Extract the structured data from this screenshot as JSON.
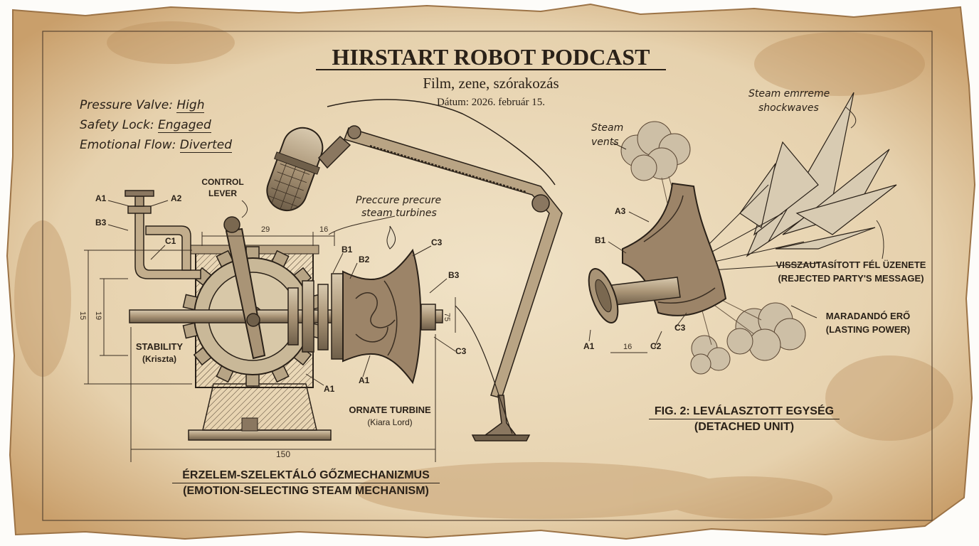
{
  "header": {
    "title": "HIRSTART ROBOT PODCAST",
    "subtitle": "Film, zene, szórakozás",
    "date": "Dátum: 2026. február 15."
  },
  "status_notes": [
    {
      "label": "Pressure Valve:",
      "value": "High"
    },
    {
      "label": "Safety Lock:",
      "value": "Engaged"
    },
    {
      "label": "Emotional Flow:",
      "value": "Diverted"
    }
  ],
  "mechanism": {
    "control_lever": [
      "CONTROL",
      "LEVER"
    ],
    "stability": [
      "STABILITY",
      "(Kriszta)"
    ],
    "turbine_note": [
      "Preccure precure",
      "steam turbines"
    ],
    "ornate_turbine": [
      "ORNATE TURBINE",
      "(Kiara Lord)"
    ],
    "parts": {
      "a1": "A1",
      "a2": "A2",
      "b3": "B3",
      "c1": "C1",
      "b1": "B1",
      "b2": "B2",
      "c3": "C3",
      "b3r": "B3",
      "c3r": "C3",
      "a1b": "A1",
      "a1c": "A1"
    },
    "dims": {
      "d29": "29",
      "d16": "16",
      "d15": "15",
      "d19": "19",
      "d75": "75",
      "d150": "150"
    },
    "caption": [
      "ÉRZELEM-SZELEKTÁLÓ GŐZMECHANIZMUS",
      "(EMOTION-SELECTING STEAM MECHANISM)"
    ]
  },
  "detached_unit": {
    "steam_vents": [
      "Steam",
      "vents"
    ],
    "shockwaves": [
      "Steam emrreme",
      "shockwaves"
    ],
    "rejected": [
      "VISSZAUTASÍTOTT FÉL ÜZENETE",
      "(REJECTED PARTY'S MESSAGE)"
    ],
    "lasting": [
      "MARADANDÓ ERŐ",
      "(LASTING POWER)"
    ],
    "parts": {
      "a3": "A3",
      "b1": "B1",
      "c3": "C3",
      "a1": "A1",
      "c2": "C2"
    },
    "dims": {
      "d16": "16"
    },
    "caption": [
      "FIG. 2: LEVÁLASZTOTT EGYSÉG",
      "(DETACHED UNIT)"
    ]
  },
  "colors": {
    "paper": "#ecdcbf",
    "ink": "#2a2118",
    "stain": "#b88a55"
  }
}
